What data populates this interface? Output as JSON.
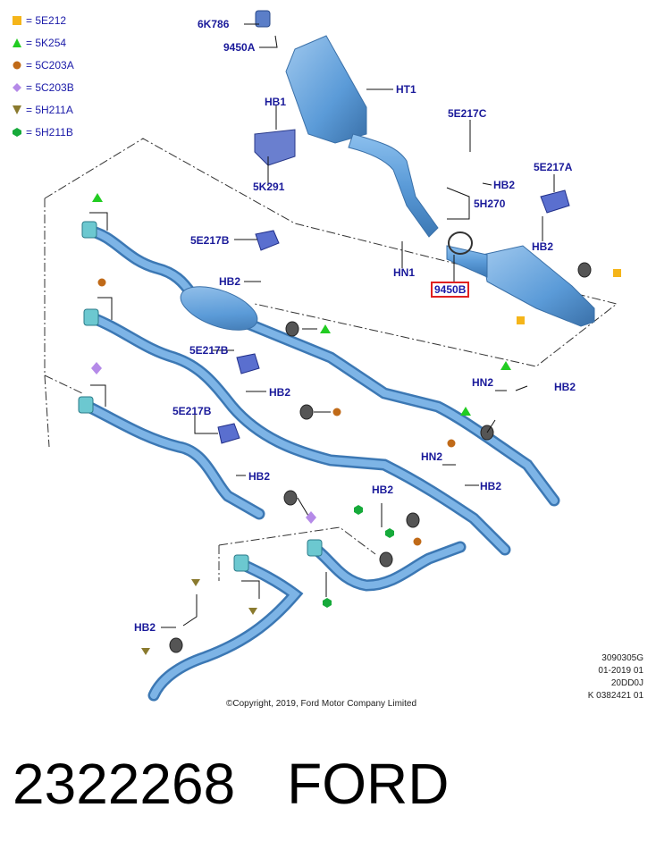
{
  "legend": [
    {
      "symbol": "square",
      "color": "#f5b51a",
      "text": "= 5E212"
    },
    {
      "symbol": "triangle",
      "color": "#22cc22",
      "text": "= 5K254"
    },
    {
      "symbol": "circle",
      "color": "#c06a18",
      "text": "= 5C203A"
    },
    {
      "symbol": "diamond",
      "color": "#b58ae8",
      "text": "= 5C203B"
    },
    {
      "symbol": "triangle-down",
      "color": "#8a7a2e",
      "text": "= 5H211A"
    },
    {
      "symbol": "hexagon",
      "color": "#16aa3a",
      "text": "= 5H211B"
    }
  ],
  "labels": {
    "l_6k786": "6K786",
    "l_9450a": "9450A",
    "l_ht1": "HT1",
    "l_hb1": "HB1",
    "l_5k291": "5K291",
    "l_5e217c": "5E217C",
    "l_hb2_a": "HB2",
    "l_5h270": "5H270",
    "l_5e217a": "5E217A",
    "l_hb2_b": "HB2",
    "l_hn1": "HN1",
    "l_9450b": "9450B",
    "l_5e217b_1": "5E217B",
    "l_hb2_c": "HB2",
    "l_5e217b_2": "5E217B",
    "l_hb2_d": "HB2",
    "l_5e217b_3": "5E217B",
    "l_hb2_e": "HB2",
    "l_hn2_a": "HN2",
    "l_hb2_f": "HB2",
    "l_hn2_b": "HN2",
    "l_hb2_g": "HB2",
    "l_hb2_h": "HB2",
    "l_hb2_i": "HB2"
  },
  "codes": [
    "3090305G",
    "01-2019 01",
    "20DD0J",
    "K 0382421 01"
  ],
  "copyright": "©Copyright, 2019, Ford Motor Company Limited",
  "caption": {
    "part_number": "2322268",
    "brand": "FORD"
  },
  "colors": {
    "pipe": "#5b9bd8",
    "pipe_dark": "#3c78b4",
    "label": "#1a1a9a",
    "line": "#111111",
    "callout_box": "#e02020"
  }
}
